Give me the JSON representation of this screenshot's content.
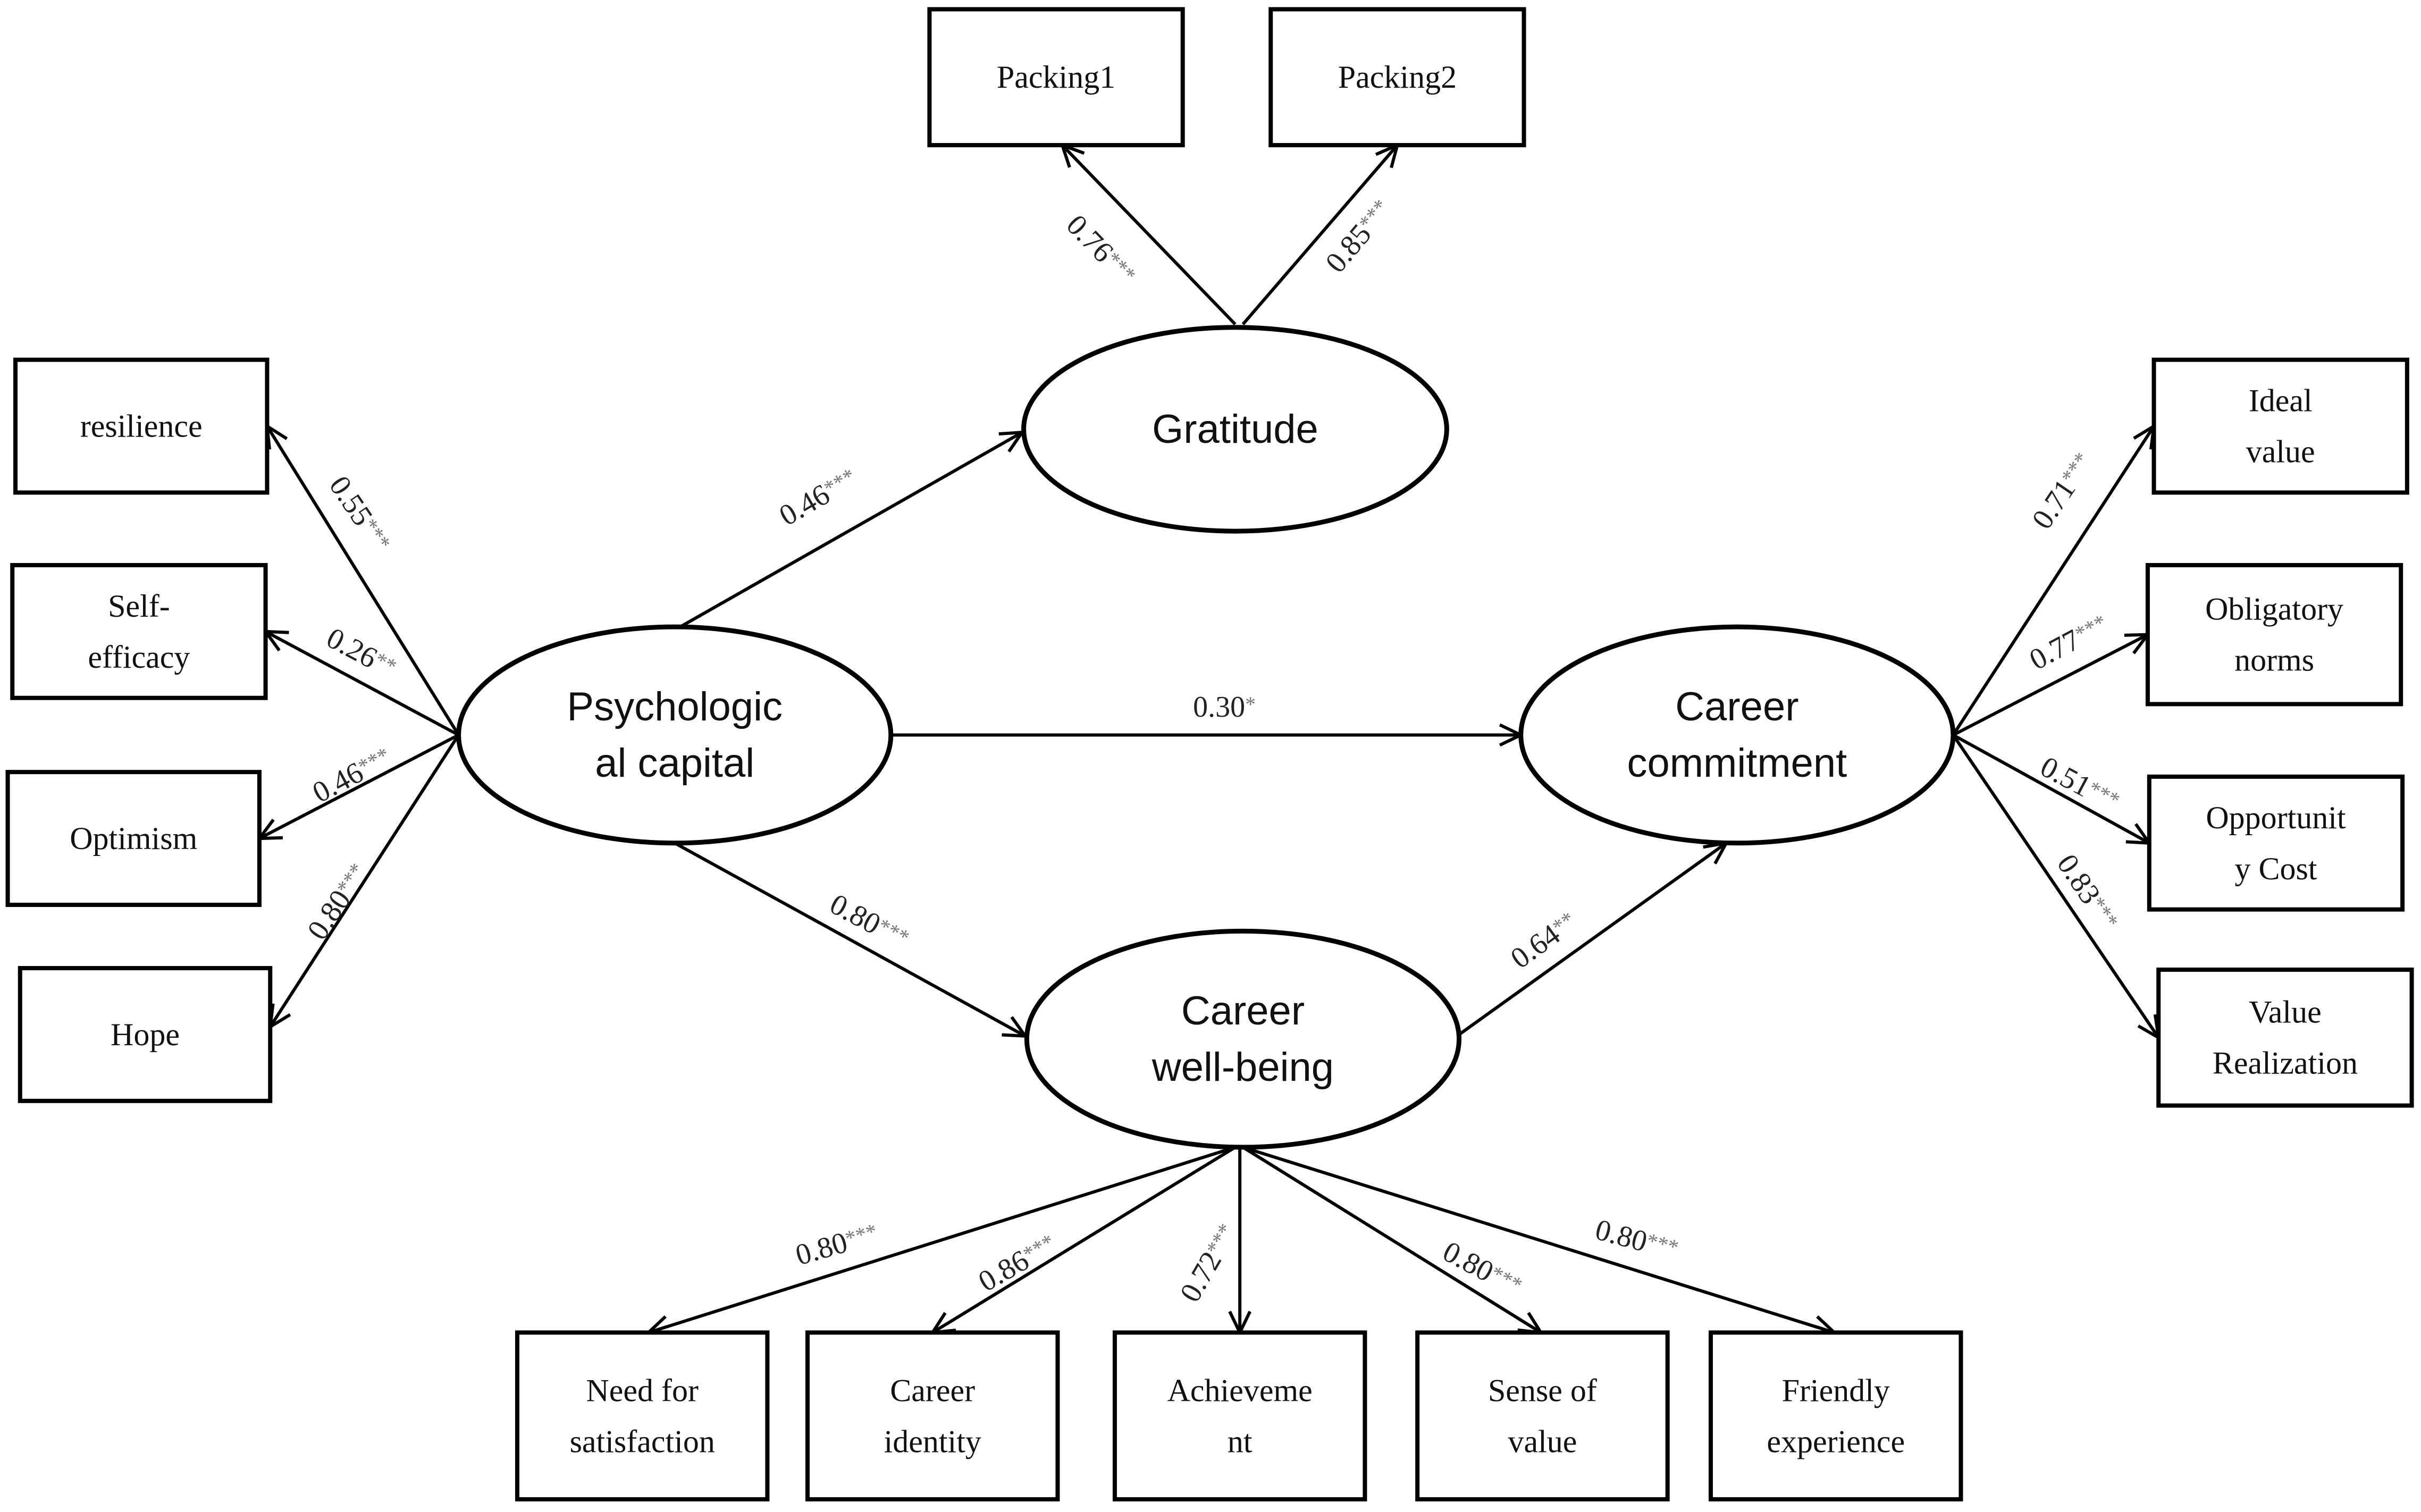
{
  "latents": {
    "gratitude": [
      "Gratitude"
    ],
    "psycap": [
      "Psychologic",
      "al capital"
    ],
    "commitment": [
      "Career",
      "commitment"
    ],
    "wellbeing": [
      "Career",
      "well-being"
    ]
  },
  "indicators": {
    "packing1": [
      "Packing1"
    ],
    "packing2": [
      "Packing2"
    ],
    "resilience": [
      "resilience"
    ],
    "self_efficacy": [
      "Self-",
      "efficacy"
    ],
    "optimism": [
      "Optimism"
    ],
    "hope": [
      "Hope"
    ],
    "ideal_value": [
      "Ideal",
      "value"
    ],
    "obligatory_norms": [
      "Obligatory",
      "norms"
    ],
    "opportunity_cost": [
      "Opportunit",
      "y Cost"
    ],
    "value_realization": [
      "Value",
      "Realization"
    ],
    "need_for_satisfaction": [
      "Need for",
      "satisfaction"
    ],
    "career_identity": [
      "Career",
      "identity"
    ],
    "achievement": [
      "Achieveme",
      "nt"
    ],
    "sense_of_value": [
      "Sense of",
      "value"
    ],
    "friendly_experience": [
      "Friendly",
      "experience"
    ]
  },
  "paths": {
    "psycap_to_gratitude": {
      "value": "0.46",
      "sig": "***"
    },
    "psycap_to_commitment": {
      "value": "0.30",
      "sig": "*"
    },
    "psycap_to_wellbeing": {
      "value": "0.80",
      "sig": "***"
    },
    "wellbeing_to_commitment": {
      "value": "0.64",
      "sig": "**"
    }
  },
  "loadings": {
    "gratitude_packing1": {
      "value": "0.76",
      "sig": "***"
    },
    "gratitude_packing2": {
      "value": "0.85",
      "sig": "***"
    },
    "psycap_resilience": {
      "value": "0.55",
      "sig": "***"
    },
    "psycap_self_efficacy": {
      "value": "0.26",
      "sig": "**"
    },
    "psycap_optimism": {
      "value": "0.46",
      "sig": "***"
    },
    "psycap_hope": {
      "value": "0.80",
      "sig": "***"
    },
    "commitment_ideal_value": {
      "value": "0.71",
      "sig": "***"
    },
    "commitment_obligatory_norms": {
      "value": "0.77",
      "sig": "***"
    },
    "commitment_opportunity_cost": {
      "value": "0.51",
      "sig": "***"
    },
    "commitment_value_realization": {
      "value": "0.83",
      "sig": "***"
    },
    "wellbeing_need_for_satisfaction": {
      "value": "0.80",
      "sig": "***"
    },
    "wellbeing_career_identity": {
      "value": "0.86",
      "sig": "***"
    },
    "wellbeing_achievement": {
      "value": "0.72",
      "sig": "***"
    },
    "wellbeing_sense_of_value": {
      "value": "0.80",
      "sig": "***"
    },
    "wellbeing_friendly_experience": {
      "value": "0.80",
      "sig": "***"
    }
  }
}
